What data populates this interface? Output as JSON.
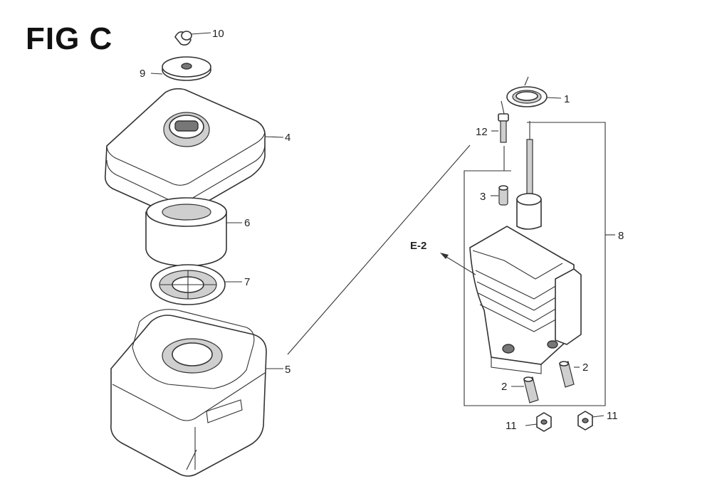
{
  "figure": {
    "title": "FIG C"
  },
  "callouts": {
    "p1": "1",
    "p2a": "2",
    "p2b": "2",
    "p3": "3",
    "p4": "4",
    "p5": "5",
    "p6": "6",
    "p7": "7",
    "p8": "8",
    "p9": "9",
    "p10": "10",
    "p11a": "11",
    "p11b": "11",
    "p12": "12",
    "ref": "E-2"
  }
}
